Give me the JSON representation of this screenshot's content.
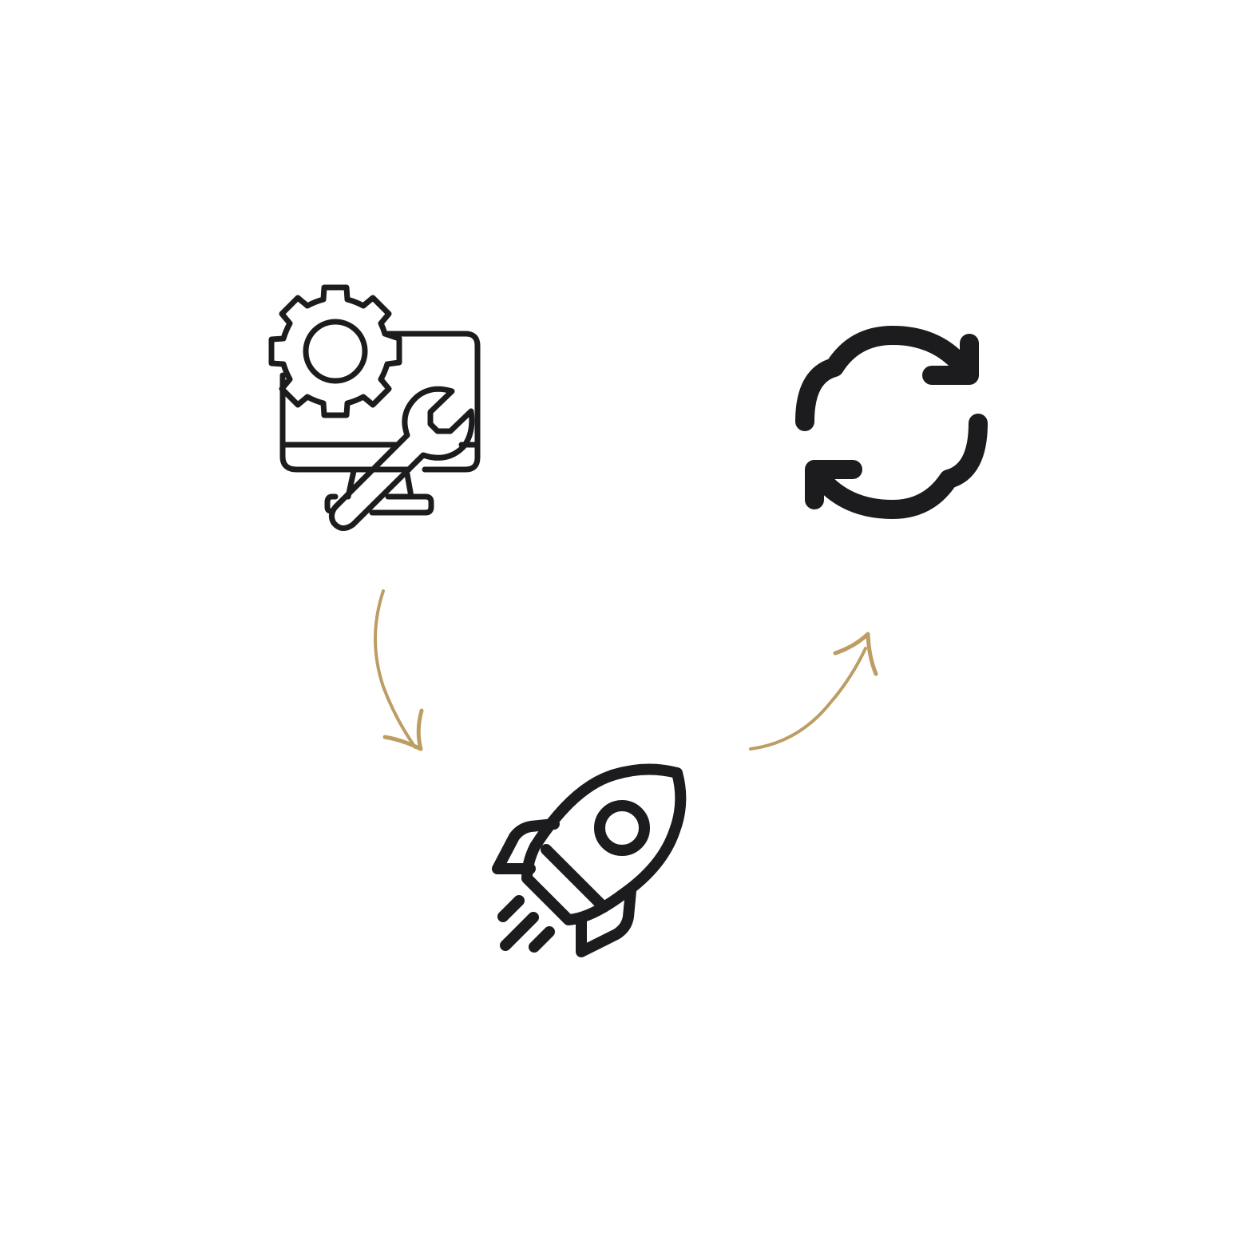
{
  "diagram": {
    "colors": {
      "background": "#ffffff",
      "icon": "#1c1c1e",
      "arrow": "#bc9d63"
    },
    "nodes": [
      {
        "id": "setup",
        "icon": "monitor-gear-wrench-icon"
      },
      {
        "id": "launch",
        "icon": "rocket-icon"
      },
      {
        "id": "iterate",
        "icon": "refresh-cycle-icon"
      }
    ],
    "edges": [
      {
        "from": "setup",
        "to": "launch",
        "style": "hand-drawn-arrow"
      },
      {
        "from": "launch",
        "to": "iterate",
        "style": "hand-drawn-arrow"
      }
    ]
  }
}
